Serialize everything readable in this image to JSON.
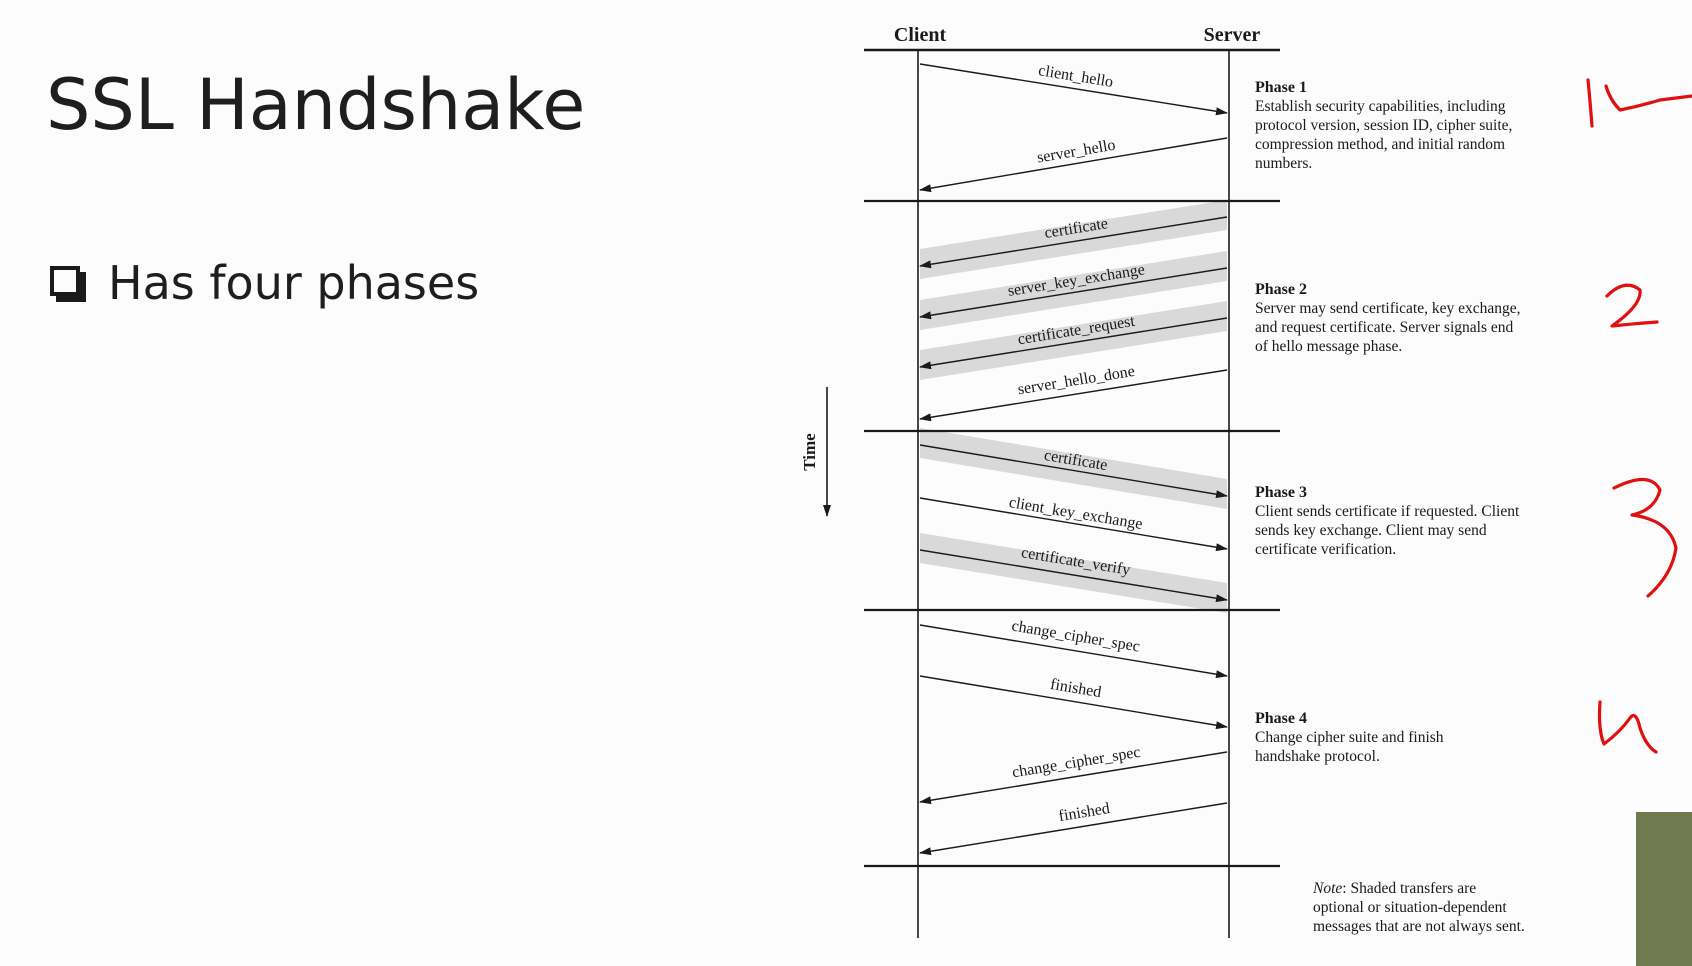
{
  "slide": {
    "title": "SSL Handshake",
    "bullets": [
      {
        "text": "Has four phases"
      }
    ]
  },
  "diagram": {
    "client_label": "Client",
    "server_label": "Server",
    "time_label": "Time",
    "messages": [
      {
        "label": "client_hello",
        "direction": "client-to-server",
        "shaded": false,
        "phase": 1
      },
      {
        "label": "server_hello",
        "direction": "server-to-client",
        "shaded": false,
        "phase": 1
      },
      {
        "label": "certificate",
        "direction": "server-to-client",
        "shaded": true,
        "phase": 2
      },
      {
        "label": "server_key_exchange",
        "direction": "server-to-client",
        "shaded": true,
        "phase": 2
      },
      {
        "label": "certificate_request",
        "direction": "server-to-client",
        "shaded": true,
        "phase": 2
      },
      {
        "label": "server_hello_done",
        "direction": "server-to-client",
        "shaded": false,
        "phase": 2
      },
      {
        "label": "certificate",
        "direction": "client-to-server",
        "shaded": true,
        "phase": 3
      },
      {
        "label": "client_key_exchange",
        "direction": "client-to-server",
        "shaded": false,
        "phase": 3
      },
      {
        "label": "certificate_verify",
        "direction": "client-to-server",
        "shaded": true,
        "phase": 3
      },
      {
        "label": "change_cipher_spec",
        "direction": "client-to-server",
        "shaded": false,
        "phase": 4
      },
      {
        "label": "finished",
        "direction": "client-to-server",
        "shaded": false,
        "phase": 4
      },
      {
        "label": "change_cipher_spec",
        "direction": "server-to-client",
        "shaded": false,
        "phase": 4
      },
      {
        "label": "finished",
        "direction": "server-to-client",
        "shaded": false,
        "phase": 4
      }
    ],
    "phases": [
      {
        "title": "Phase 1",
        "description": [
          "Establish security capabilities, including",
          "protocol version, session ID, cipher suite,",
          "compression method, and initial random",
          "numbers."
        ]
      },
      {
        "title": "Phase 2",
        "description": [
          "Server may send certificate, key exchange,",
          "and request certificate. Server signals end",
          "of hello message phase."
        ]
      },
      {
        "title": "Phase 3",
        "description": [
          "Client sends certificate if requested. Client",
          "sends key exchange. Client may send",
          "certificate verification."
        ]
      },
      {
        "title": "Phase 4",
        "description": [
          "Change cipher suite and finish",
          "handshake protocol."
        ]
      }
    ],
    "note": {
      "lead": "Note",
      "lines": [
        ": Shaded transfers are",
        "optional or situation-dependent",
        "messages that are not always sent."
      ]
    }
  },
  "annotations": {
    "color": "#e01010",
    "handwritten_marks": [
      "1",
      "2",
      "3",
      "4"
    ]
  },
  "colors": {
    "shading": "#d9d9d9",
    "ink": "#1a1a1a",
    "background": "#fbfcfb"
  }
}
